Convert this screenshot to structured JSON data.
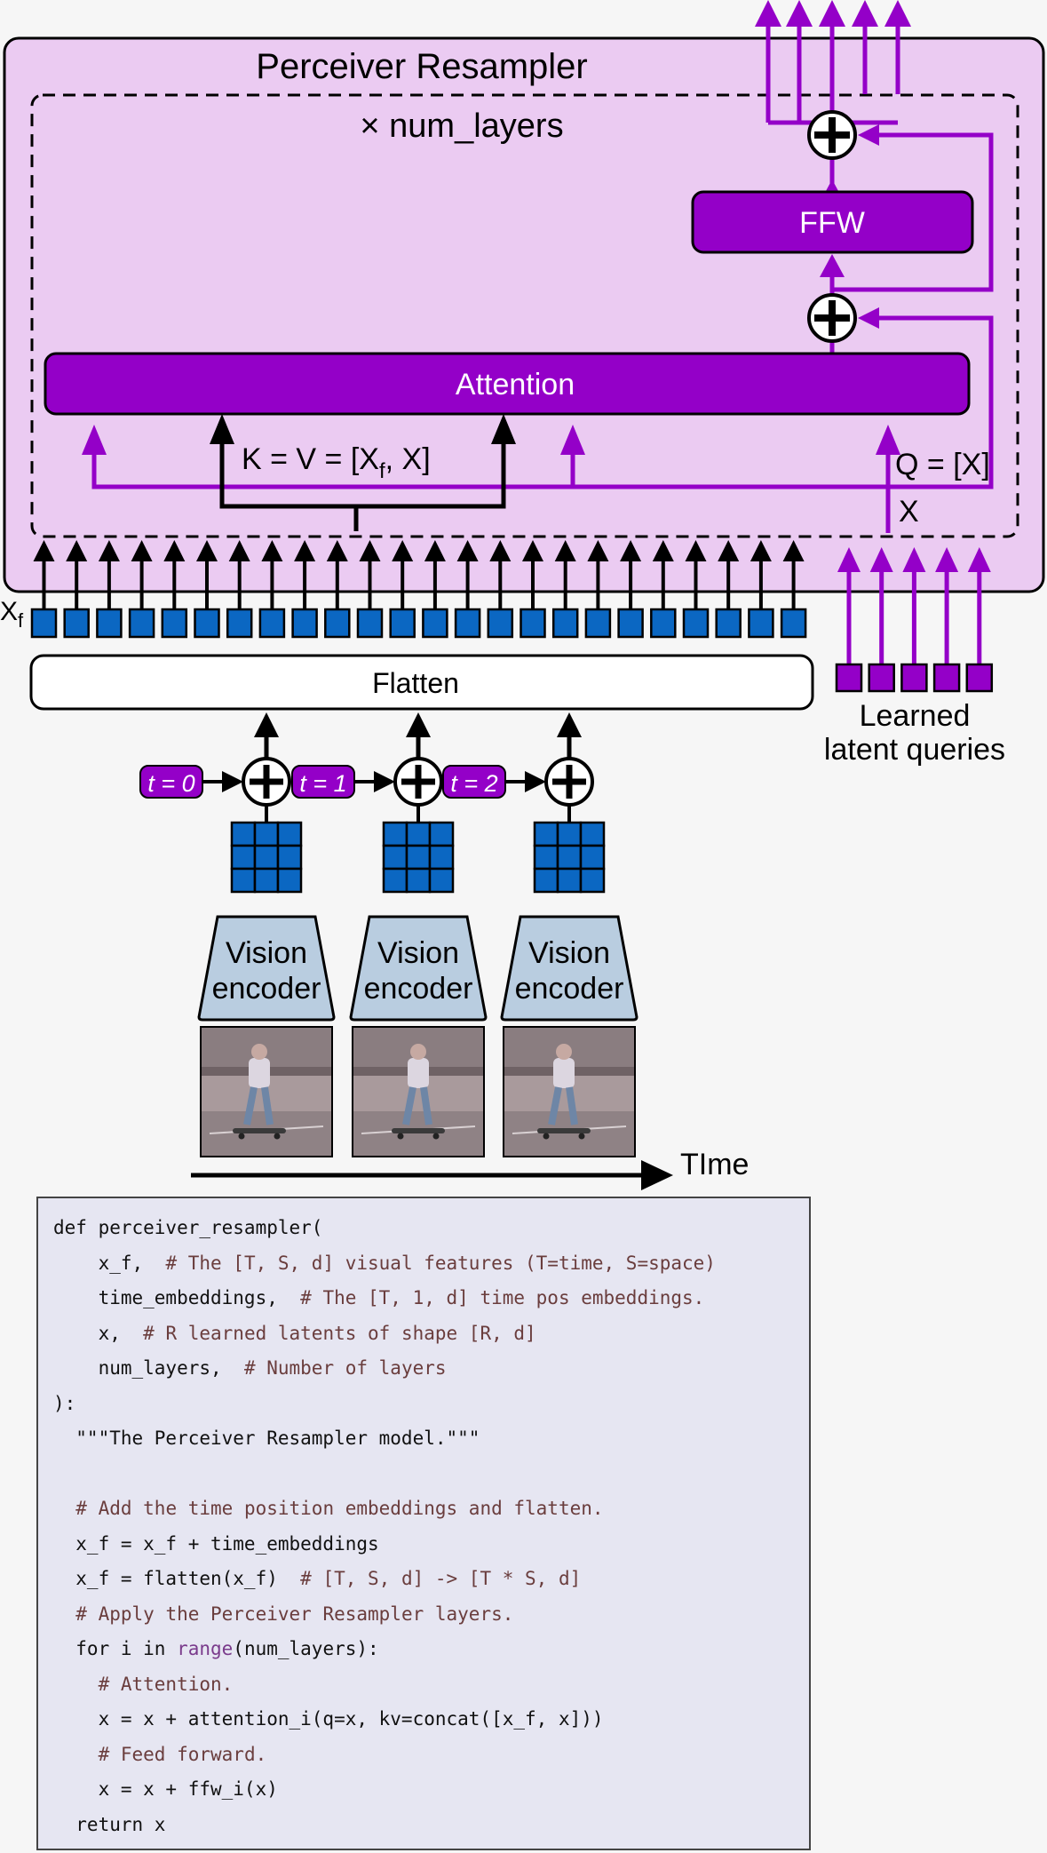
{
  "diagram": {
    "title": "Perceiver Resampler",
    "repeat_label": "× num_layers",
    "ffw_label": "FFW",
    "attention_label": "Attention",
    "kv_label_prefix": "K = V = [X",
    "kv_label_sub": "f",
    "kv_label_suffix": ", X]",
    "q_label": "Q = [X]",
    "x_label": "X",
    "xf_label": "X",
    "xf_sub": "f",
    "flatten_label": "Flatten",
    "latent_label_line1": "Learned",
    "latent_label_line2": "latent queries",
    "time_tags": [
      "t = 0",
      "t = 1",
      "t = 2"
    ],
    "encoder_label_line1": "Vision",
    "encoder_label_line2": "encoder",
    "time_axis_label": "TIme",
    "num_flattened_tokens": 24,
    "num_latent_queries": 5
  },
  "colors": {
    "lavender": "#ebcbf2",
    "purple": "#9400c8",
    "blue": "#0b67c2",
    "encoder": "#b9cde0"
  },
  "code": {
    "lines": [
      [
        {
          "t": "def perceiver_resampler("
        }
      ],
      [
        {
          "t": "    x_f,  "
        },
        {
          "t": "# The [T, S, d] visual features (T=time, S=space)",
          "c": "cm"
        }
      ],
      [
        {
          "t": "    time_embeddings,  "
        },
        {
          "t": "# The [T, 1, d] time pos embeddings.",
          "c": "cm"
        }
      ],
      [
        {
          "t": "    x,  "
        },
        {
          "t": "# R learned latents of shape [R, d]",
          "c": "cm"
        }
      ],
      [
        {
          "t": "    num_layers,  "
        },
        {
          "t": "# Number of layers",
          "c": "cm"
        }
      ],
      [
        {
          "t": "):"
        }
      ],
      [
        {
          "t": "  \"\"\"The Perceiver Resampler model.\"\"\""
        }
      ],
      [
        {
          "t": ""
        }
      ],
      [
        {
          "t": "  "
        },
        {
          "t": "# Add the time position embeddings and flatten.",
          "c": "cm"
        }
      ],
      [
        {
          "t": "  x_f = x_f + time_embeddings"
        }
      ],
      [
        {
          "t": "  x_f = flatten(x_f)  "
        },
        {
          "t": "# [T, S, d] -> [T * S, d]",
          "c": "cm"
        }
      ],
      [
        {
          "t": "  "
        },
        {
          "t": "# Apply the Perceiver Resampler layers.",
          "c": "cm"
        }
      ],
      [
        {
          "t": "  for i in "
        },
        {
          "t": "range",
          "c": "kw"
        },
        {
          "t": "(num_layers):"
        }
      ],
      [
        {
          "t": "    "
        },
        {
          "t": "# Attention.",
          "c": "cm"
        }
      ],
      [
        {
          "t": "    x = x + attention_i(q=x, kv=concat([x_f, x]))"
        }
      ],
      [
        {
          "t": "    "
        },
        {
          "t": "# Feed forward.",
          "c": "cm"
        }
      ],
      [
        {
          "t": "    x = x + ffw_i(x)"
        }
      ],
      [
        {
          "t": "  return x"
        }
      ]
    ]
  }
}
